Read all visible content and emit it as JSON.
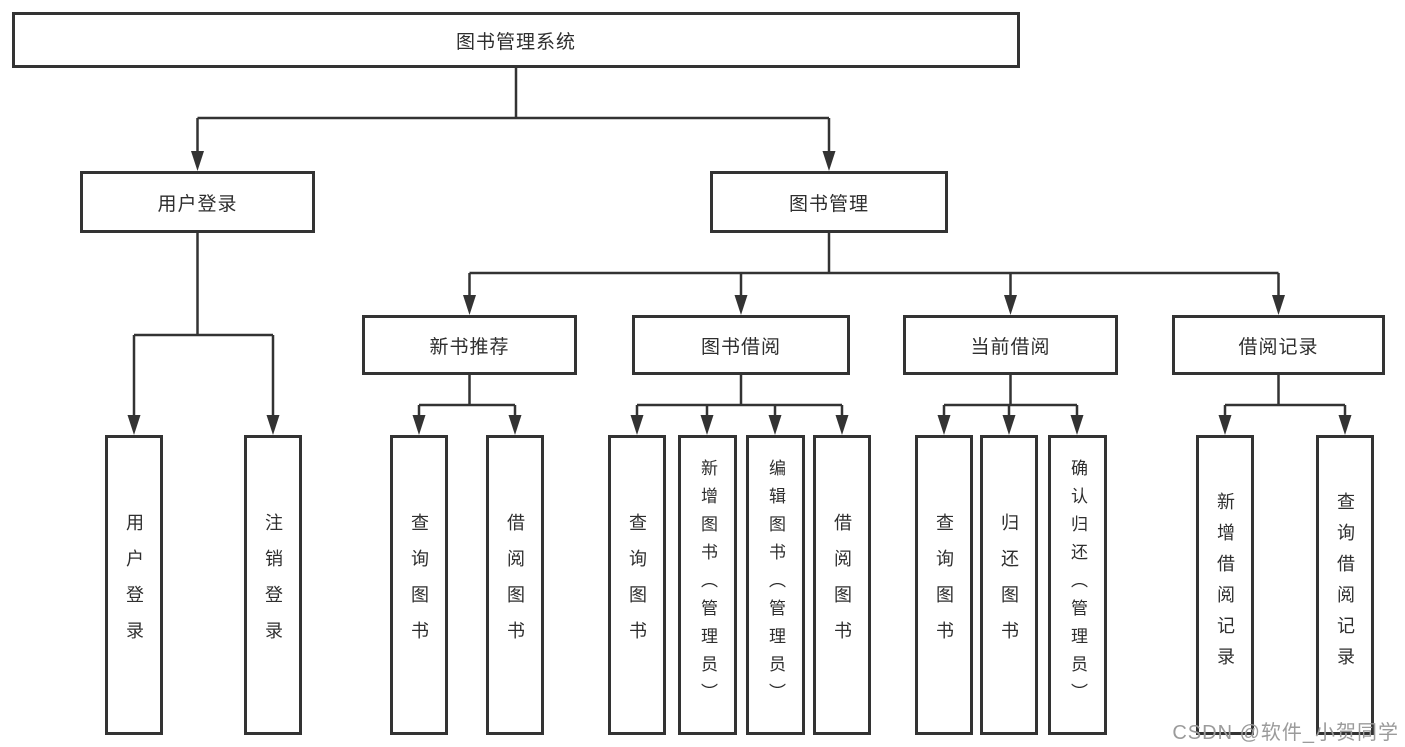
{
  "tree": {
    "root": {
      "label": "图书管理系统"
    },
    "user_login": {
      "label": "用户登录",
      "children": [
        {
          "label": "用户登录"
        },
        {
          "label": "注销登录"
        }
      ]
    },
    "book_management": {
      "label": "图书管理",
      "sections": {
        "new_book": {
          "label": "新书推荐",
          "children": [
            {
              "label": "查询图书"
            },
            {
              "label": "借阅图书"
            }
          ]
        },
        "borrow": {
          "label": "图书借阅",
          "children": [
            {
              "label": "查询图书"
            },
            {
              "label": "新增图书（管理员）"
            },
            {
              "label": "编辑图书（管理员）"
            },
            {
              "label": "借阅图书"
            }
          ]
        },
        "current": {
          "label": "当前借阅",
          "children": [
            {
              "label": "查询图书"
            },
            {
              "label": "归还图书"
            },
            {
              "label": "确认归还（管理员）"
            }
          ]
        },
        "records": {
          "label": "借阅记录",
          "children": [
            {
              "label": "新增借阅记录"
            },
            {
              "label": "查询借阅记录"
            }
          ]
        }
      }
    }
  },
  "watermark": {
    "text": "CSDN @软件_小贺同学"
  },
  "colors": {
    "line": "#333333",
    "text": "#2e2e2e",
    "background": "#ffffff",
    "watermark_text": "#9b9b9b"
  }
}
